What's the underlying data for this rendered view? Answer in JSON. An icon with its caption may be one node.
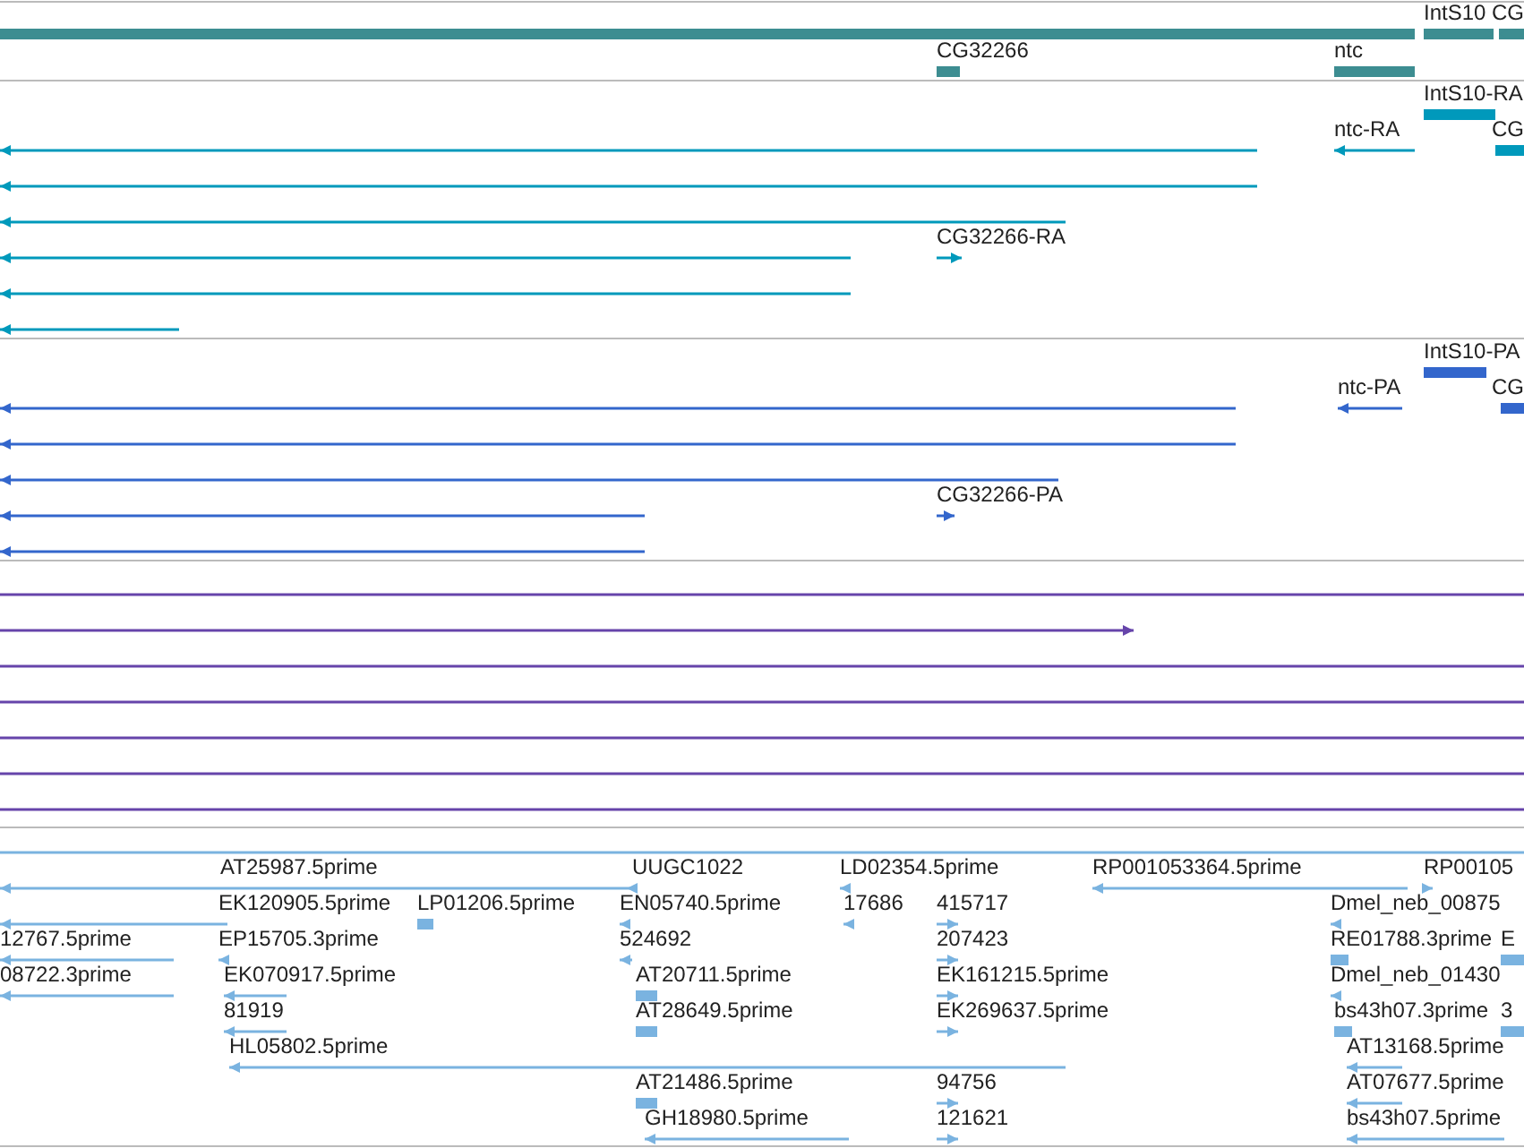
{
  "diagram": {
    "labels": [
      "IntS10",
      "CG",
      "CG32266",
      "ntc",
      "IntS10-RA",
      "ntc-RA",
      "CG",
      "CG32266-RA",
      "IntS10-PA",
      "ntc-PA",
      "CG",
      "CG32266-PA",
      "AT25987.5prime",
      "UUGC1022",
      "LD02354.5prime",
      "RP001053364.5prime",
      "RP00105",
      "EK120905.5prime",
      "LP01206.5prime",
      "EN05740.5prime",
      "17686",
      "415717",
      "Dmel_neb_00875",
      "12767.5prime",
      "EP15705.3prime",
      "524692",
      "207423",
      "RE01788.3prime",
      "E",
      "08722.3prime",
      "EK070917.5prime",
      "AT20711.5prime",
      "EK161215.5prime",
      "Dmel_neb_01430",
      "81919",
      "AT28649.5prime",
      "EK269637.5prime",
      "bs43h07.3prime",
      "3",
      "HL05802.5prime",
      "AT13168.5prime",
      "AT21486.5prime",
      "94756",
      "AT07677.5prime",
      "GH18980.5prime",
      "121621",
      "bs43h07.5prime"
    ]
  }
}
